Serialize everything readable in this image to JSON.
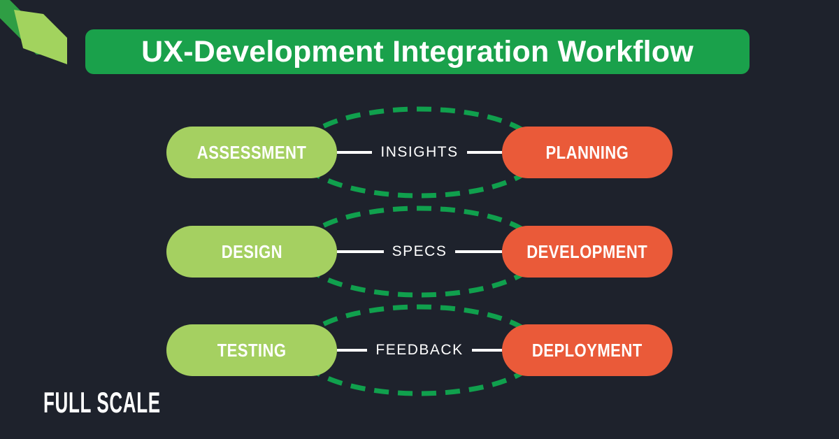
{
  "page": {
    "title": "UX-Development Integration Workflow"
  },
  "brand": {
    "logo_text": "FULL SCALE"
  },
  "icons": {
    "corner_ribbon": "two overlapping diagonal green ribbon bands in top-left corner"
  },
  "workflow": {
    "rows": [
      {
        "left_stage": "ASSESSMENT",
        "connector_label": "INSIGHTS",
        "right_stage": "PLANNING"
      },
      {
        "left_stage": "DESIGN",
        "connector_label": "SPECS",
        "right_stage": "DEVELOPMENT"
      },
      {
        "left_stage": "TESTING",
        "connector_label": "FEEDBACK",
        "right_stage": "DEPLOYMENT"
      }
    ]
  },
  "colors": {
    "background": "#1e222c",
    "banner_green": "#1aa14b",
    "stage_green": "#a5d061",
    "stage_orange": "#ea5a39",
    "loop_dash_green": "#10a04d",
    "ribbon_dark_green": "#2f9e44",
    "ribbon_light_green": "#a2d35e",
    "text": "#ffffff"
  }
}
